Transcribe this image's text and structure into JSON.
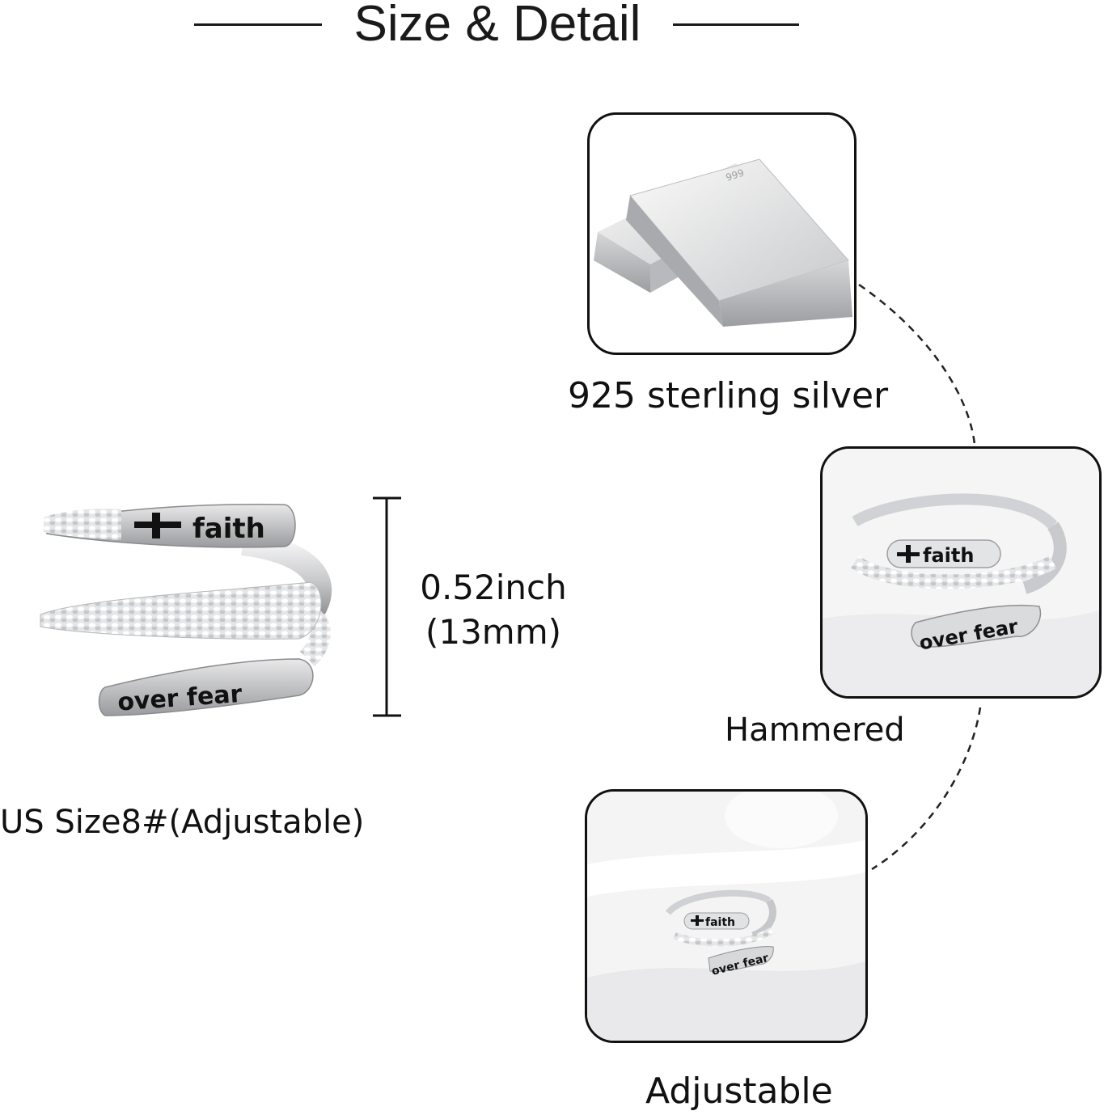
{
  "header": {
    "title": "Size & Detail"
  },
  "main_ring": {
    "engraving_top": "faith",
    "engraving_bottom": "over fear",
    "height_inch": "0.52inch",
    "height_mm": "(13mm)",
    "size_label": "US Size8#(Adjustable)"
  },
  "features": [
    {
      "label": "925 sterling silver",
      "icon": "silver-bars"
    },
    {
      "label": "Hammered",
      "icon": "ring-closeup",
      "engraving_top": "faith",
      "engraving_bottom": "over fear"
    },
    {
      "label": "Adjustable",
      "icon": "ring-on-plate",
      "engraving_top": "faith",
      "engraving_bottom": "over fear"
    }
  ],
  "colors": {
    "ink": "#1a1a1a",
    "silver": "#d9dadc",
    "card_border": "#111111"
  }
}
